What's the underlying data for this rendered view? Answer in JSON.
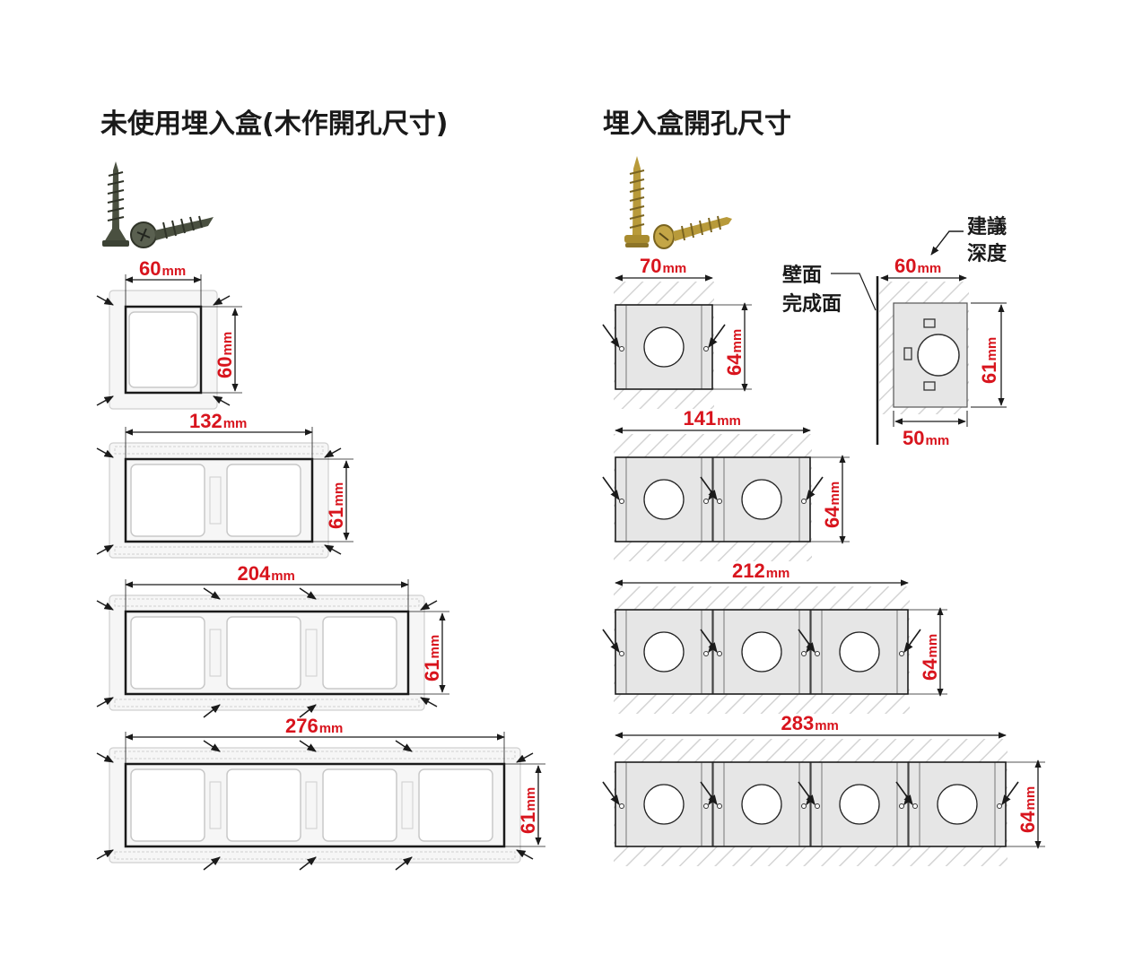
{
  "left_panel": {
    "title": "未使用埋入盒(木作開孔尺寸)",
    "screw_icon": "wood-screw-icon",
    "frames": [
      {
        "gangs": 1,
        "width_value": "60",
        "height_value": "60",
        "unit": "mm"
      },
      {
        "gangs": 2,
        "width_value": "132",
        "height_value": "61",
        "unit": "mm"
      },
      {
        "gangs": 3,
        "width_value": "204",
        "height_value": "61",
        "unit": "mm"
      },
      {
        "gangs": 4,
        "width_value": "276",
        "height_value": "61",
        "unit": "mm"
      }
    ]
  },
  "right_panel": {
    "title": "埋入盒開孔尺寸",
    "screw_icon": "machine-screw-icon",
    "boxes": [
      {
        "gangs": 1,
        "width_value": "70",
        "height_value": "64",
        "unit": "mm"
      },
      {
        "gangs": 2,
        "width_value": "141",
        "height_value": "64",
        "unit": "mm"
      },
      {
        "gangs": 3,
        "width_value": "212",
        "height_value": "64",
        "unit": "mm"
      },
      {
        "gangs": 4,
        "width_value": "283",
        "height_value": "64",
        "unit": "mm"
      }
    ],
    "side_view": {
      "depth_value": "60",
      "height_value": "61",
      "inner_value": "50",
      "unit": "mm",
      "wall_label_line1": "壁面",
      "wall_label_line2": "完成面",
      "depth_note_line1": "建議",
      "depth_note_line2": "深度"
    }
  },
  "colors": {
    "dimension": "#d8141d",
    "line": "#1a1a1a",
    "box_fill": "#e6e6e6",
    "frame": "#c8c8c8"
  }
}
